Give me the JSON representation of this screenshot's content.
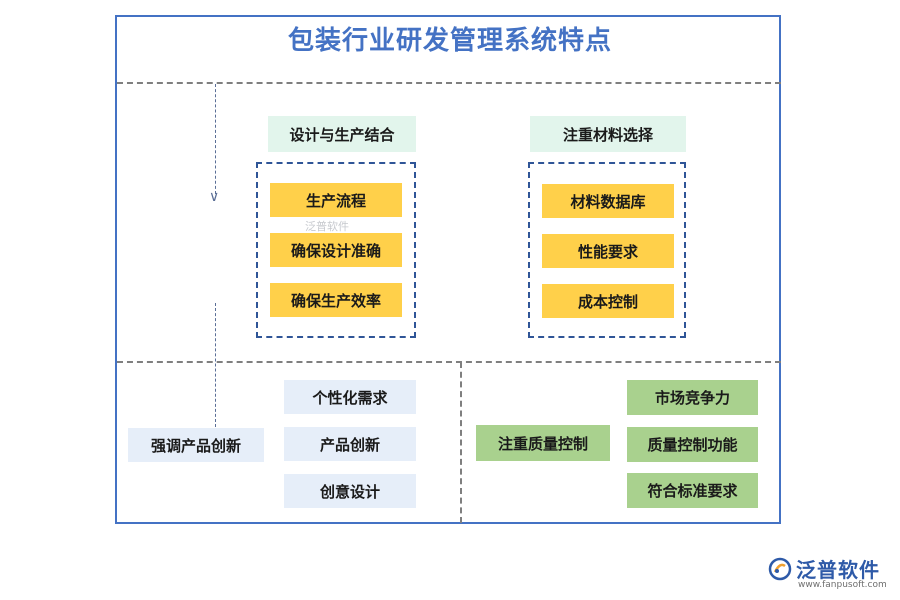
{
  "title": "包装行业研发管理系统特点",
  "section_design": {
    "header": "设计与生产结合",
    "items": [
      "生产流程",
      "确保设计准确",
      "确保生产效率"
    ]
  },
  "section_material": {
    "header": "注重材料选择",
    "items": [
      "材料数据库",
      "性能要求",
      "成本控制"
    ]
  },
  "section_innovation": {
    "header": "强调产品创新",
    "items": [
      "个性化需求",
      "产品创新",
      "创意设计"
    ]
  },
  "section_quality": {
    "header": "注重质量控制",
    "items": [
      "市场竞争力",
      "质量控制功能",
      "符合标准要求"
    ]
  },
  "watermark": "泛普软件",
  "logo": {
    "name": "泛普软件",
    "url": "www.fanpusoft.com"
  },
  "colors": {
    "frame": "#4472c4",
    "title": "#4472c4",
    "design_header_bg": "#e2f5ec",
    "design_item_bg": "#ffd04a",
    "innovation_bg": "#e6eef9",
    "quality_bg": "#a9d18e"
  }
}
